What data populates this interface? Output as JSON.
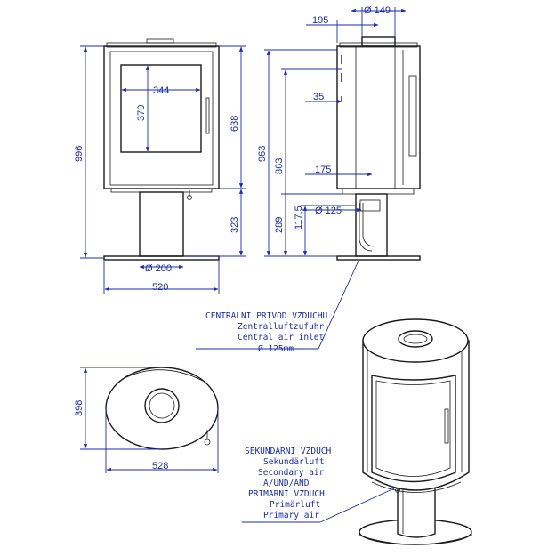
{
  "dimensions": {
    "d149": "Ø 149",
    "d195": "195",
    "d35": "35",
    "d175": "175",
    "d125": "Ø 125",
    "d344": "344",
    "d370": "370",
    "d638": "638",
    "d323": "323",
    "d996": "996",
    "d963": "963",
    "d863": "863",
    "d289": "289",
    "d117": "117,5",
    "d200": "Ø 200",
    "d520": "520",
    "d398": "398",
    "d528": "528"
  },
  "central_air": {
    "lines": [
      "CENTRALNI PRIVOD VZDUCHU",
      "Zentralluftzufuhr",
      "Central air inlet"
    ],
    "size": "Ø 125mm"
  },
  "secondary_air": {
    "lines": [
      "SEKUNDARNI VZDUCH",
      "Sekundärluft",
      "Secondary air",
      "A/UND/AND",
      "PRIMARNI VZDUCH",
      "Primärluft",
      "Primary air"
    ]
  }
}
